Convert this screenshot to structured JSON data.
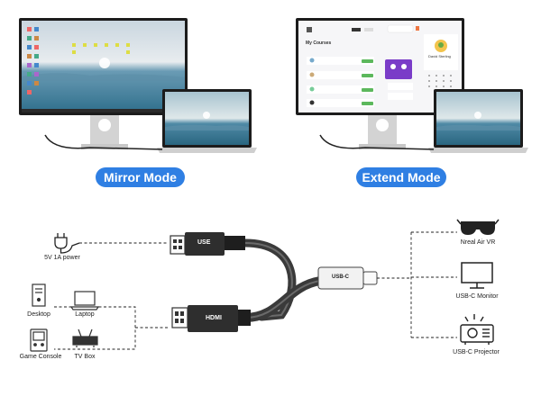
{
  "modes": {
    "mirror": "Mirror Mode",
    "extend": "Extend Mode"
  },
  "extend_screen": {
    "heading": "My Courses",
    "profile_name": "David Sterling"
  },
  "cable": {
    "use_label": "USE",
    "hdmi_label": "HDMI",
    "usbc_label": "USB-C"
  },
  "sources": {
    "power": "5V 1A power",
    "desktop": "Desktop",
    "laptop": "Laptop",
    "game_console": "Game Console",
    "tv_box": "TV Box"
  },
  "outputs": {
    "vr": "Nreal Air VR",
    "monitor": "USB-C Monitor",
    "projector": "USB-C Projector"
  },
  "colors": {
    "pill_blue": "#2f7fe3",
    "cable_dark": "#3a3a3a",
    "sea_blue": "#3f7fa0",
    "accent_green": "#5cb85c",
    "accent_purple": "#7a3cc8"
  }
}
